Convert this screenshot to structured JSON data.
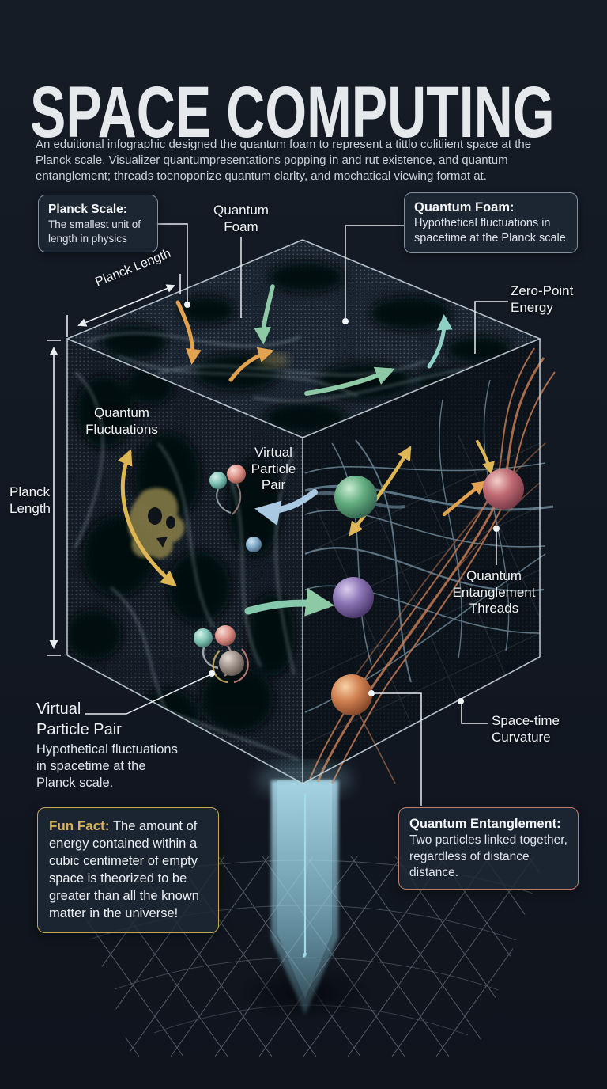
{
  "title": "SPACE COMPUTING",
  "intro": "An eduitional infographic designed the quantum foam to represent a tittlo colitiient space at the\nPlanck scale. Visualizer quantumpresentations popping in and rut existence, and quantum\nentanglement; threads toenoponize quantum clarlty, and mochatical viewing format at.",
  "callouts": {
    "planck_scale": {
      "title": "Planck Scale:",
      "body": "The smallest unit of\nlength in physics"
    },
    "quantum_foam": {
      "title": "Quantum Foam:",
      "body": "Hypothetical fluctuations in\nspacetime at the Planck scale"
    },
    "fun_fact": {
      "title": "Fun Fact:",
      "body": "The amount of\nenergy contained within a\ncubic centimeter of empty\nspace is theorized to be\ngreater than all the known\nmatter in the universe!"
    },
    "quantum_entanglement": {
      "title": "Quantum Entanglement:",
      "body": "Two particles linked together,\nregardless of distance\ndistance."
    }
  },
  "labels": {
    "quantum_foam": "Quantum\nFoam",
    "planck_length_diagonal": "Planck Length",
    "planck_length_vertical": "Planck\nLength",
    "zero_point_energy": "Zero-Point\nEnergy",
    "quantum_fluctuations": "Quantum\nFluctuations",
    "virtual_particle_pair": "Virtual\nParticle\nPair",
    "quantum_entanglement_threads": "Quantum\nEntanglement\nThreads",
    "space_time_curvature": "Space-time\nCurvature",
    "virtual_particle_pair_caption_title": "Virtual\nParticle Pair",
    "virtual_particle_pair_caption_body": "Hypothetical fluctuations\nin spacetime at the\nPlanck scale."
  },
  "colors": {
    "background": "#131923",
    "panel_border": "#8290a0",
    "gold_accent": "#d8b254",
    "salmon_accent": "#bf7e6e",
    "arrow_orange": "#e2a24f",
    "arrow_green": "#8cc9a4",
    "arrow_teal": "#8fd0c4",
    "arrow_blue": "#a9c9e2",
    "thread_teal": "#8fb4c8",
    "thread_orange": "#cf8156",
    "beam_blue": "#a8d8e8",
    "text": "#eef2f4"
  }
}
